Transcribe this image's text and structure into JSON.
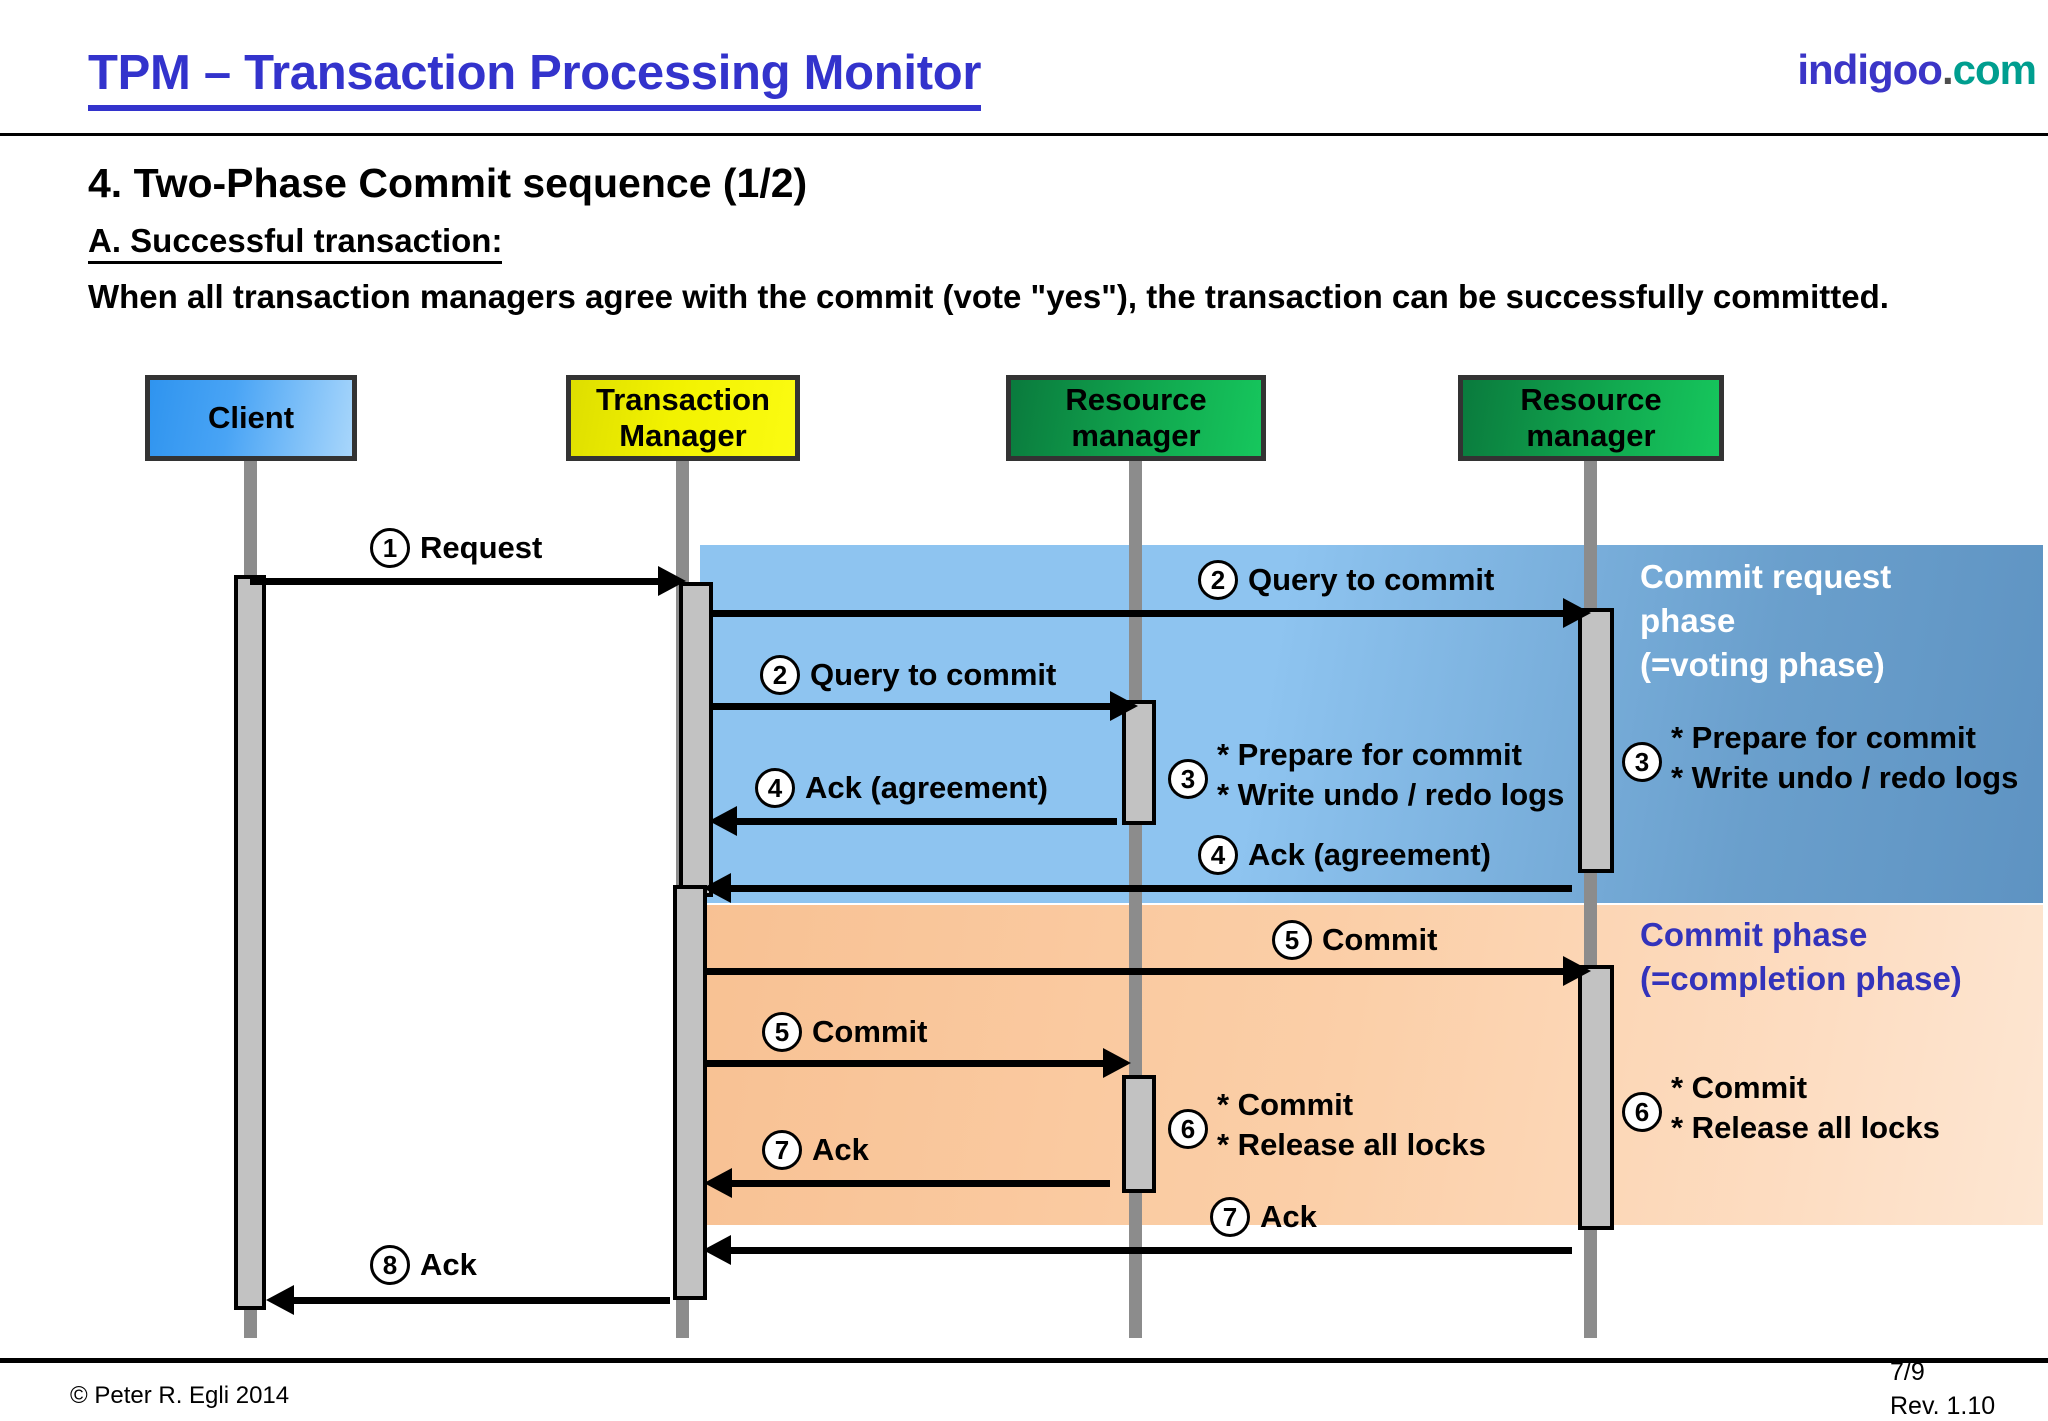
{
  "header": {
    "title": "TPM – Transaction Processing Monitor",
    "brand_main": "indigoo",
    "brand_dot": ".",
    "brand_tld": "com",
    "accent_blue": "#3333cc",
    "accent_teal": "#009e8f"
  },
  "slide": {
    "title": "4. Two-Phase Commit sequence (1/2)",
    "subtitle": "A. Successful transaction:",
    "body": "When all transaction managers agree with the commit (vote \"yes\"), the transaction can be successfully committed."
  },
  "diagram": {
    "type": "sequence-diagram",
    "participants": [
      {
        "id": "client",
        "label": "Client",
        "color": "#3b9bf0"
      },
      {
        "id": "tm",
        "label": "Transaction\nManager",
        "label_line1": "Transaction",
        "label_line2": "Manager",
        "color": "#f2f200"
      },
      {
        "id": "rm1",
        "label": "Resource\nmanager",
        "label_line1": "Resource",
        "label_line2": "manager",
        "color": "#11a84f"
      },
      {
        "id": "rm2",
        "label": "Resource\nmanager",
        "label_line1": "Resource",
        "label_line2": "manager",
        "color": "#11a84f"
      }
    ],
    "phases": [
      {
        "id": "voting",
        "line1": "Commit request",
        "line2": "phase",
        "line3": "(=voting phase)",
        "band_color": "#8ec4f0",
        "text_color": "#ffffff"
      },
      {
        "id": "commit",
        "line1": "Commit phase",
        "line2": "(=completion phase)",
        "band_color": "#fbcfa8",
        "text_color": "#3333bb"
      }
    ],
    "messages": [
      {
        "num": "1",
        "label": "Request",
        "from": "client",
        "to": "tm",
        "dir": "right"
      },
      {
        "num": "2",
        "label": "Query to commit",
        "from": "tm",
        "to": "rm2",
        "dir": "right"
      },
      {
        "num": "2",
        "label": "Query to commit",
        "from": "tm",
        "to": "rm1",
        "dir": "right"
      },
      {
        "num": "4",
        "label": "Ack (agreement)",
        "from": "rm1",
        "to": "tm",
        "dir": "left"
      },
      {
        "num": "4",
        "label": "Ack (agreement)",
        "from": "rm2",
        "to": "tm",
        "dir": "left"
      },
      {
        "num": "5",
        "label": "Commit",
        "from": "tm",
        "to": "rm2",
        "dir": "right"
      },
      {
        "num": "5",
        "label": "Commit",
        "from": "tm",
        "to": "rm1",
        "dir": "right"
      },
      {
        "num": "7",
        "label": "Ack",
        "from": "rm1",
        "to": "tm",
        "dir": "left"
      },
      {
        "num": "7",
        "label": "Ack",
        "from": "rm2",
        "to": "tm",
        "dir": "left"
      },
      {
        "num": "8",
        "label": "Ack",
        "from": "tm",
        "to": "client",
        "dir": "left"
      }
    ],
    "notes": [
      {
        "num": "3",
        "line1": "* Prepare for commit",
        "line2": "* Write undo / redo logs",
        "on": "rm1"
      },
      {
        "num": "3",
        "line1": "* Prepare for commit",
        "line2": "* Write undo / redo logs",
        "on": "rm2"
      },
      {
        "num": "6",
        "line1": "* Commit",
        "line2": "* Release all locks",
        "on": "rm1"
      },
      {
        "num": "6",
        "line1": "* Commit",
        "line2": "* Release all locks",
        "on": "rm2"
      }
    ]
  },
  "footer": {
    "copyright": "© Peter R. Egli 2014",
    "page": "7/9",
    "revision": "Rev. 1.10"
  }
}
